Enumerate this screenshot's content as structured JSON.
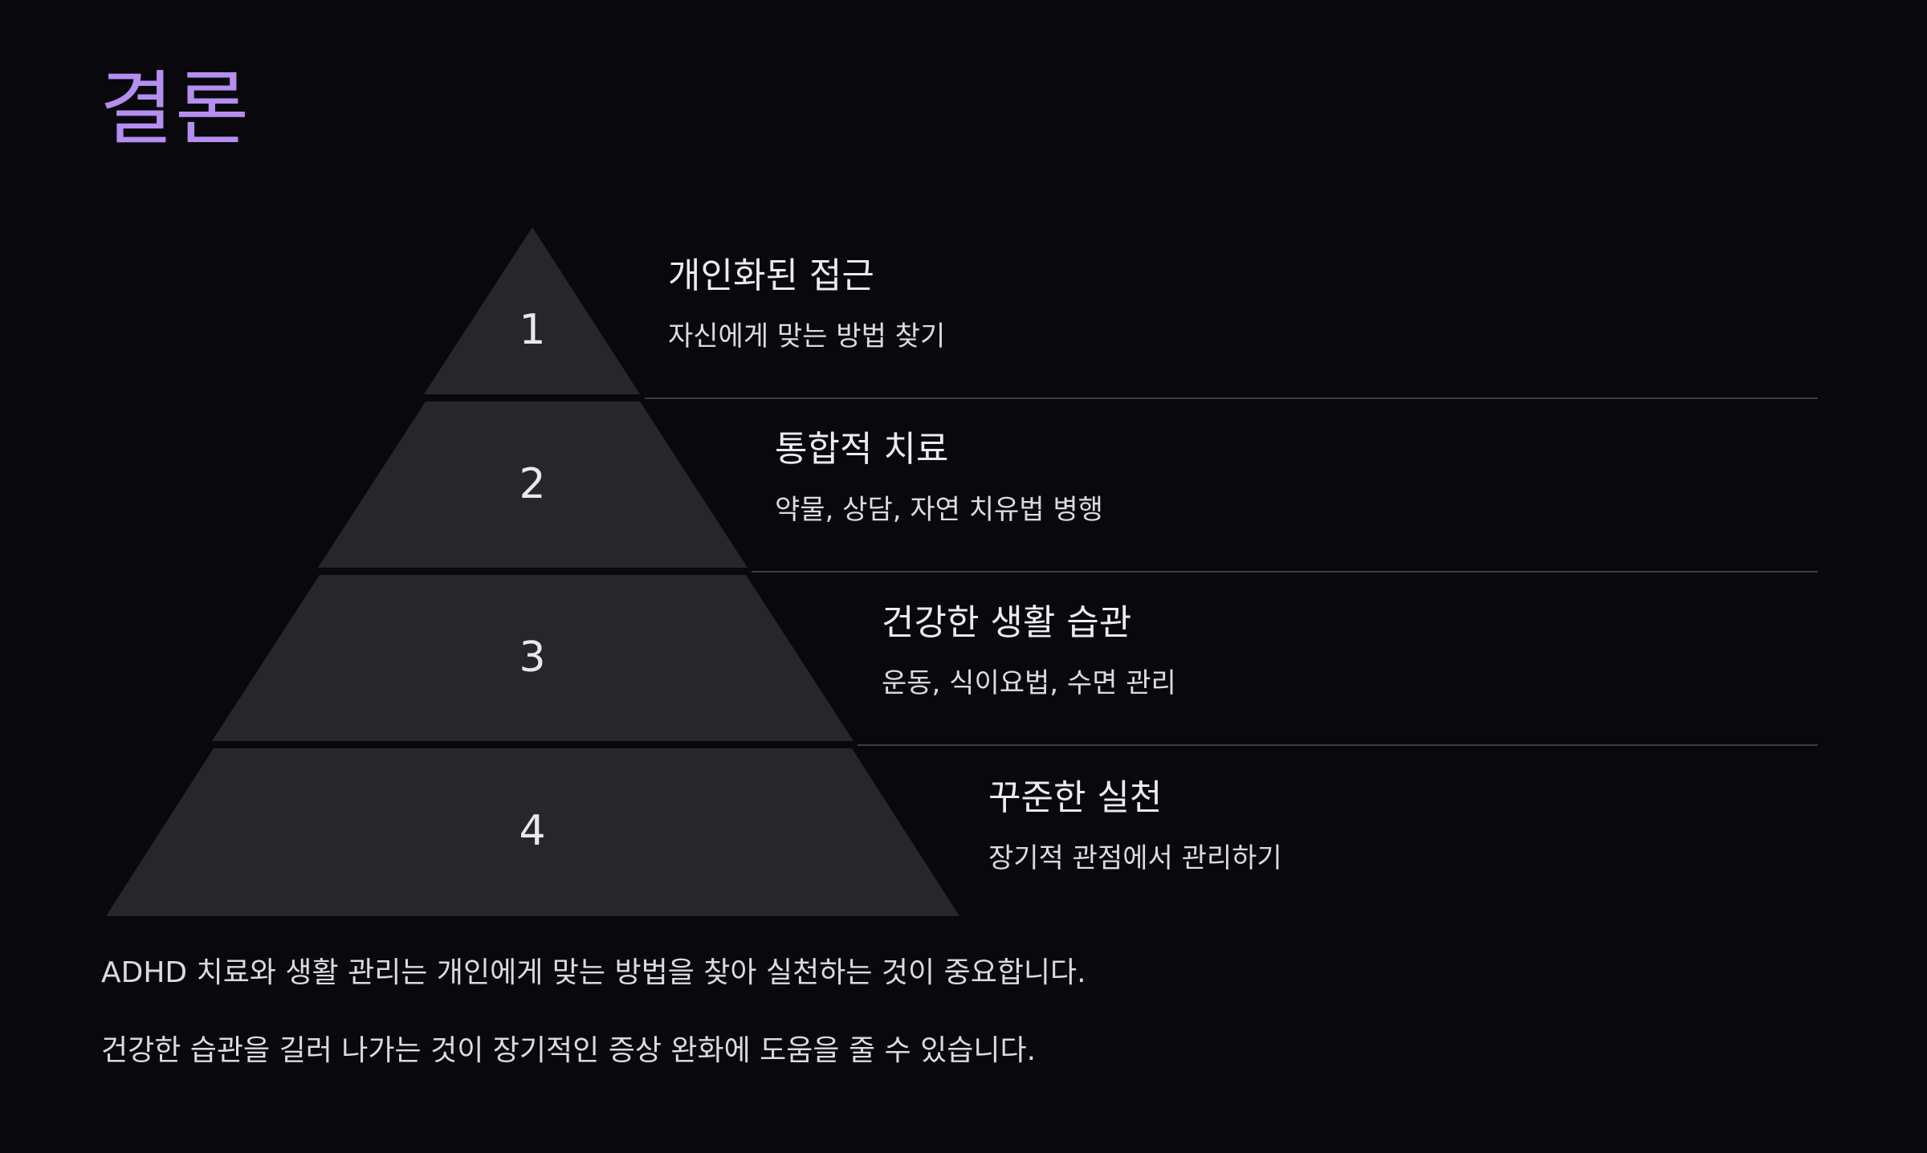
{
  "title": "결론",
  "accent_color": "#b58ef0",
  "pyramid": {
    "levels": [
      {
        "number": "1",
        "title": "개인화된 접근",
        "description": "자신에게 맞는 방법 찾기"
      },
      {
        "number": "2",
        "title": "통합적 치료",
        "description": "약물, 상담, 자연 치유법 병행"
      },
      {
        "number": "3",
        "title": "건강한 생활 습관",
        "description": "운동, 식이요법, 수면 관리"
      },
      {
        "number": "4",
        "title": "꾸준한 실천",
        "description": "장기적 관점에서 관리하기"
      }
    ]
  },
  "conclusion": {
    "line1": "ADHD 치료와 생활 관리는 개인에게 맞는 방법을 찾아 실천하는 것이 중요합니다.",
    "line2": "건강한 습관을 길러 나가는 것이 장기적인 증상 완화에 도움을 줄 수 있습니다."
  }
}
